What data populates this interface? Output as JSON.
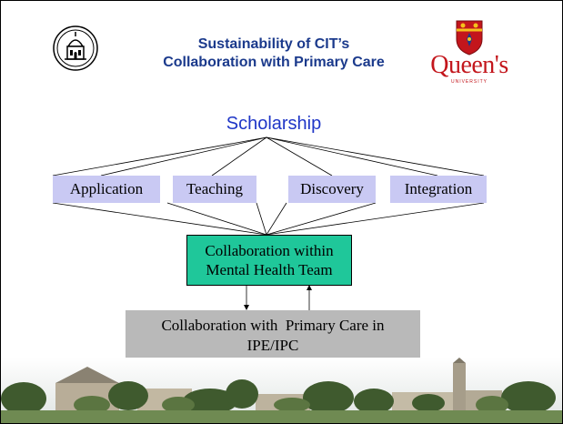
{
  "header": {
    "title_line1": "Sustainability of CIT’s",
    "title_line2": "Collaboration with Primary Care",
    "university_logo_text": "Queen's",
    "university_logo_subtext": "UNIVERSITY"
  },
  "diagram": {
    "root": "Scholarship",
    "pillars": [
      "Application",
      "Teaching",
      "Discovery",
      "Integration"
    ],
    "team_box_line1": "Collaboration within",
    "team_box_line2": "Mental Health Team",
    "primary_box_line1": "Collaboration with  Primary Care in",
    "primary_box_line2": "IPE/IPC"
  },
  "colors": {
    "title": "#1b3a8c",
    "root_text": "#1f36c7",
    "pillar_fill": "#c9c9f3",
    "team_fill": "#1fc79a",
    "primary_fill": "#b9b9b9",
    "logo_red": "#c3161c"
  }
}
